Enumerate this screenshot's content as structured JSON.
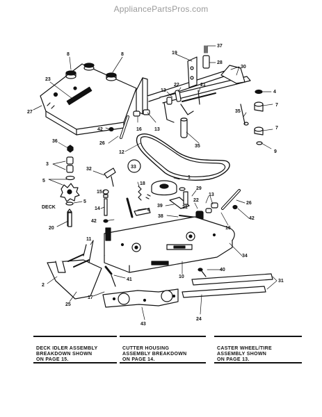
{
  "watermark": "AppliancePartsPros.com",
  "callouts": {
    "c1": "1",
    "c2": "2",
    "c3": "3",
    "c4": "4",
    "c5a": "5",
    "c5b": "5",
    "c6": "6",
    "c7a": "7",
    "c7b": "7",
    "c8a": "8",
    "c8b": "8",
    "c9": "9",
    "c10": "10",
    "c11": "11",
    "c12": "12",
    "c13a": "13",
    "c13b": "13",
    "c13c": "13",
    "c14": "14",
    "c15": "15",
    "c16a": "16",
    "c16b": "16",
    "c17": "17",
    "c18": "18",
    "c19": "19",
    "c20": "20",
    "c21a": "21",
    "c21b": "21",
    "c22a": "22",
    "c22b": "22",
    "c23": "23",
    "c24": "24",
    "c25": "25",
    "c26a": "26",
    "c26b": "26",
    "c27": "27",
    "c28": "28",
    "c29": "29",
    "c30": "30",
    "c31": "31",
    "c32": "32",
    "c33": "33",
    "c34": "34",
    "c35a": "35",
    "c35b": "35",
    "c36": "36",
    "c37": "37",
    "c38": "38",
    "c39": "39",
    "c40": "40",
    "c41": "41",
    "c42a": "42",
    "c42b": "42",
    "c42c": "42",
    "c43": "43",
    "deck": "DECK"
  },
  "notes": {
    "deck_idler": "DECK IDLER ASSEMBLY\nBREAKDOWN SHOWN\nON PAGE 15.",
    "cutter_housing": "CUTTER HOUSING\nASSEMBLY BREAKDOWN\nON PAGE 14.",
    "caster_wheel": "CASTER WHEEL/TIRE\nASSEMBLY SHOWN\nON PAGE 13."
  }
}
